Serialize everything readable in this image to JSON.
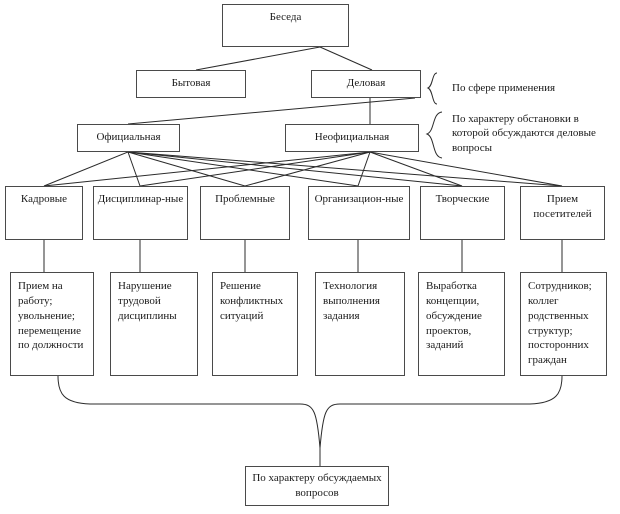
{
  "diagram": {
    "type": "hierarchy-tree",
    "title_node": {
      "label": "Беседа"
    },
    "level2": [
      {
        "label": "Бытовая"
      },
      {
        "label": "Деловая"
      }
    ],
    "level3": [
      {
        "label": "Официальная"
      },
      {
        "label": "Неофициальная"
      }
    ],
    "level4": [
      {
        "label": "Кадровые"
      },
      {
        "label": "Дисциплинар-ные"
      },
      {
        "label": "Проблемные"
      },
      {
        "label": "Организацион-ные"
      },
      {
        "label": "Творческие"
      },
      {
        "label": "Прием посетителей"
      }
    ],
    "level5": [
      {
        "label": "Прием на работу; увольнение; перемещение по должности"
      },
      {
        "label": "Нарушение трудовой дисциплины"
      },
      {
        "label": "Решение конфликтных ситуаций"
      },
      {
        "label": "Технология выполнения задания"
      },
      {
        "label": "Выработка концепции, обсуждение проектов, заданий"
      },
      {
        "label": "Сотрудников; коллег родственных структур; посторонних граждан"
      }
    ],
    "annotations": [
      {
        "label": "По сфере применения"
      },
      {
        "label": "По характеру обстановки в которой обсуждаются деловые вопросы"
      }
    ],
    "footer_node": {
      "label": "По характеру обсуждаемых вопросов"
    },
    "colors": {
      "box_border": "#4a4a4a",
      "line": "#2b2b2b",
      "text": "#1a1a1a",
      "background": "#ffffff"
    }
  }
}
